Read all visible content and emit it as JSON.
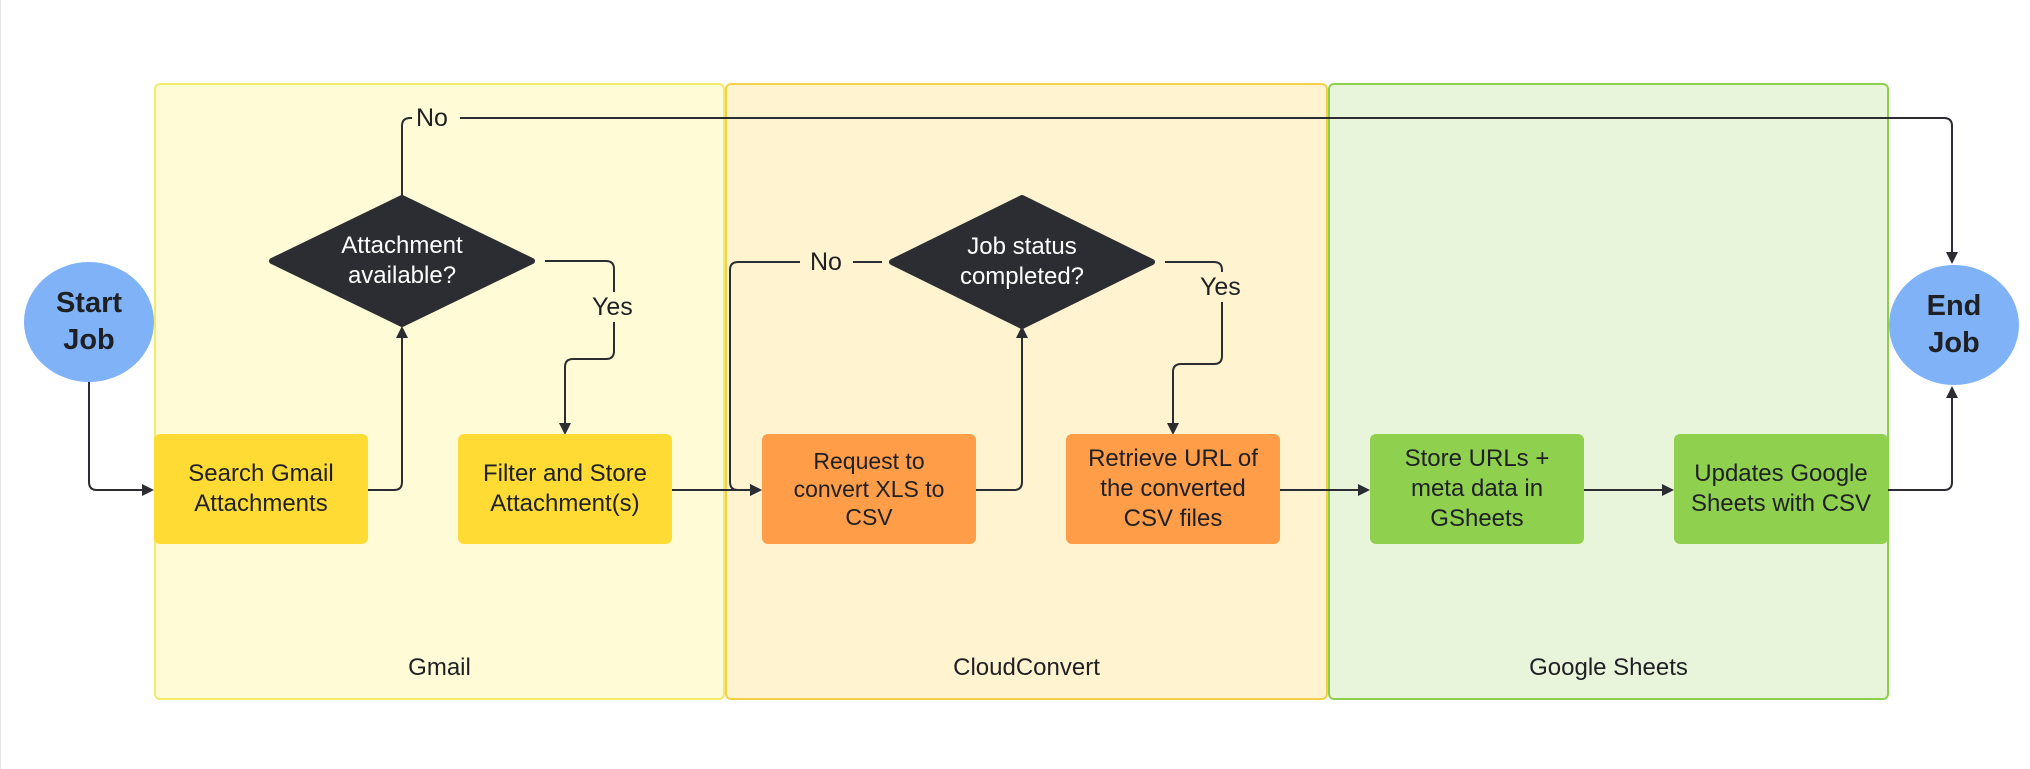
{
  "lanes": [
    {
      "id": "gmail",
      "label": "Gmail",
      "fill": "#fffbd6",
      "stroke": "#f2ea6b"
    },
    {
      "id": "cloudconvert",
      "label": "CloudConvert",
      "fill": "#fff3d0",
      "stroke": "#f5cf4a"
    },
    {
      "id": "sheets",
      "label": "Google Sheets",
      "fill": "#e8f5da",
      "stroke": "#8ccf4d"
    }
  ],
  "start": {
    "label": "Start Job",
    "color": "#7fb2f7"
  },
  "end": {
    "label": "End Job",
    "color": "#7fb2f7"
  },
  "steps": {
    "search_gmail": {
      "label": "Search Gmail Attachments",
      "color": "#ffdb33"
    },
    "filter_store": {
      "label": "Filter and Store Attachment(s)",
      "color": "#ffdb33"
    },
    "request_convert": {
      "label": "Request to convert XLS to CSV",
      "color": "#ff9d48"
    },
    "retrieve_url": {
      "label": "Retrieve URL of the converted CSV files",
      "color": "#ff9d48"
    },
    "store_urls": {
      "label": "Store URLs + meta data in GSheets",
      "color": "#8fd14f"
    },
    "update_sheets": {
      "label": "Updates Google Sheets with CSV",
      "color": "#8fd14f"
    }
  },
  "decisions": {
    "attachment_available": {
      "label": "Attachment available?",
      "color": "#2b2d33"
    },
    "job_status": {
      "label": "Job status completed?",
      "color": "#2b2d33"
    }
  },
  "edge_labels": {
    "attachment_no": "No",
    "attachment_yes": "Yes",
    "job_no": "No",
    "job_yes": "Yes"
  },
  "line_color": "#2b2d33"
}
